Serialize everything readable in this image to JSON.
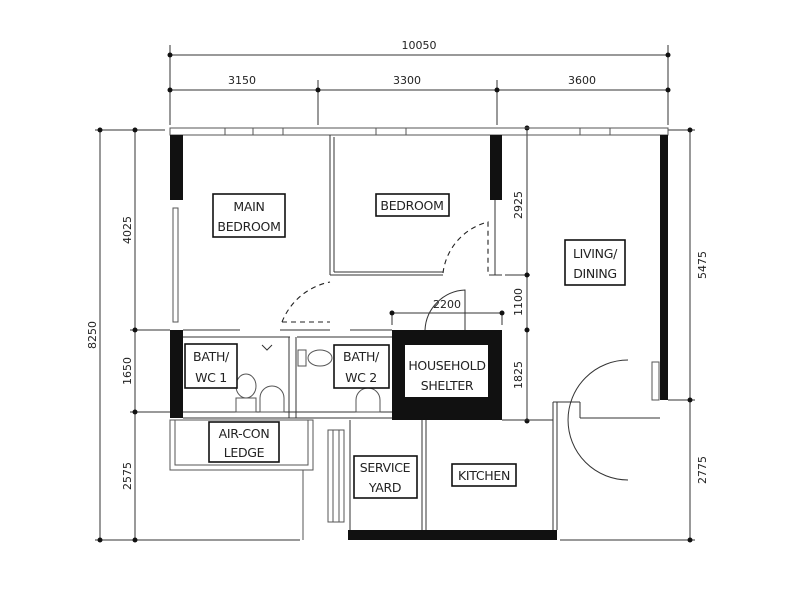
{
  "dimensions": {
    "overall_width": "10050",
    "widths": [
      "3150",
      "3300",
      "3600"
    ],
    "overall_depth": "8250",
    "left_depths": [
      "4025",
      "1650",
      "2575"
    ],
    "right_depths": [
      "5475",
      "2775"
    ],
    "inner_depths": [
      "2925",
      "1100",
      "1825"
    ],
    "shelter_width": "2200"
  },
  "rooms": {
    "main_bedroom": [
      "MAIN",
      "BEDROOM"
    ],
    "bedroom": "BEDROOM",
    "living_dining": [
      "LIVING/",
      "DINING"
    ],
    "bath_wc1": [
      "BATH/",
      "WC 1"
    ],
    "bath_wc2": [
      "BATH/",
      "WC 2"
    ],
    "household_shelter": [
      "HOUSEHOLD",
      "SHELTER"
    ],
    "air_con_ledge": [
      "AIR-CON",
      "LEDGE"
    ],
    "service_yard": [
      "SERVICE",
      "YARD"
    ],
    "kitchen": "KITCHEN"
  }
}
